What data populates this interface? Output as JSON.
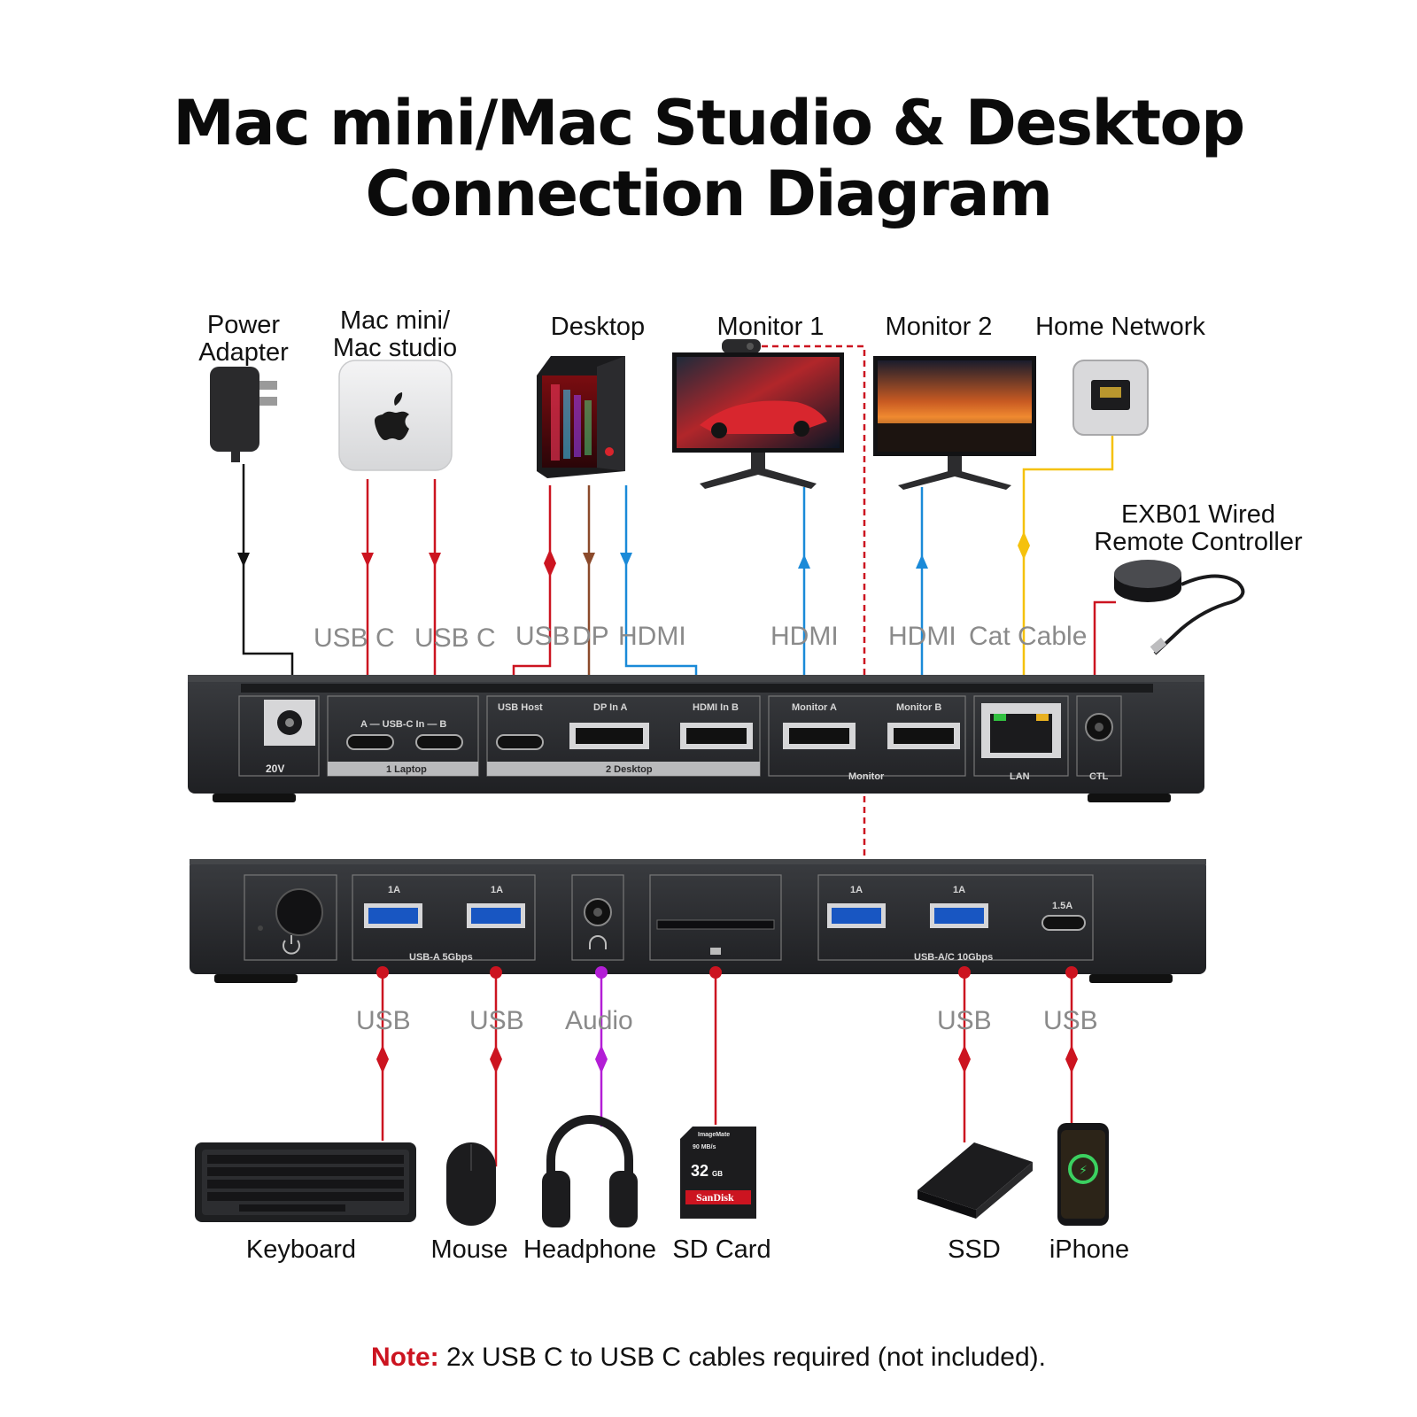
{
  "title": {
    "line1": "Mac mini/Mac Studio & Desktop",
    "line2": "Connection Diagram"
  },
  "devices_top": {
    "power_adapter": "Power\nAdapter",
    "mac_mini": "Mac mini/\nMac studio",
    "desktop": "Desktop",
    "monitor1": "Monitor 1",
    "monitor2": "Monitor 2",
    "home_network": "Home Network",
    "remote": "EXB01 Wired\nRemote Controller"
  },
  "cables_top": {
    "usbc_a": "USB C",
    "usbc_b": "USB C",
    "usb": "USB",
    "dp": "DP",
    "hdmi_desktop": "HDMI",
    "hdmi_m1": "HDMI",
    "hdmi_m2": "HDMI",
    "cat": "Cat Cable"
  },
  "back_panel": {
    "power": "20V",
    "usbc_in": "A — USB-C In — B",
    "laptop_group": "1 Laptop",
    "usb_host": "USB Host",
    "dp_in": "DP In A",
    "hdmi_in": "HDMI In B",
    "desktop_group": "2 Desktop",
    "monitor_a": "Monitor A",
    "monitor_b": "Monitor B",
    "monitor_group": "Monitor",
    "lan": "LAN",
    "ctl": "CTL"
  },
  "front_panel": {
    "usba_1a_1": "1A",
    "usba_1a_2": "1A",
    "usba_group": "USB-A 5Gbps",
    "usbac_1a_1": "1A",
    "usbac_1a_2": "1A",
    "usbc_15a": "1.5A",
    "usbac_group": "USB-A/C 10Gbps"
  },
  "cables_bottom": {
    "usb_keyboard": "USB",
    "usb_mouse": "USB",
    "audio": "Audio",
    "usb_ssd": "USB",
    "usb_iphone": "USB"
  },
  "devices_bottom": {
    "keyboard": "Keyboard",
    "mouse": "Mouse",
    "headphone": "Headphone",
    "sd_card": "SD Card",
    "ssd": "SSD",
    "iphone": "iPhone"
  },
  "sd_card_text": {
    "brand": "SanDisk",
    "capacity": "32",
    "unit": "GB",
    "speed": "90 MB/s",
    "series": "ImageMate"
  },
  "note": {
    "key": "Note:",
    "text": " 2x USB C to USB C cables required (not included)."
  },
  "colors": {
    "usb": "#cc1420",
    "dp": "#8b4a2b",
    "hdmi": "#1a8ad8",
    "lan": "#f5c10c",
    "audio": "#b31ed6",
    "power": "#111111",
    "hub_body": "#2e3033"
  }
}
